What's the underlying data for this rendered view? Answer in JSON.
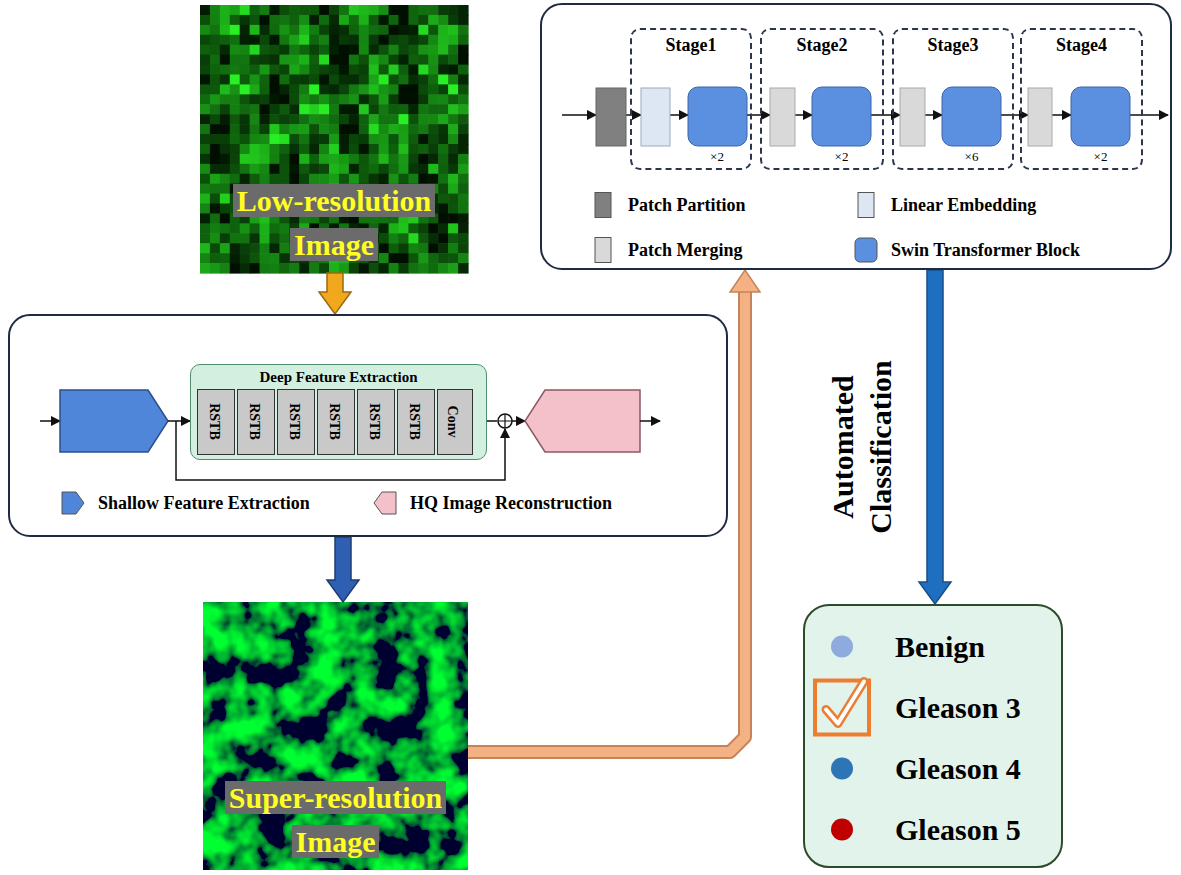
{
  "diagram": {
    "nodes": [
      {
        "text": [
          "Low-resolution Image"
        ]
      },
      {
        "text": []
      },
      {
        "text": [
          "Deep Feature Extraction"
        ],
        "in": 1
      },
      {
        "text": [
          "RSTB"
        ],
        "in": 2
      },
      {
        "text": [
          "RSTB"
        ],
        "in": 2
      },
      {
        "text": [
          "RSTB"
        ],
        "in": 2
      },
      {
        "text": [
          "RSTB"
        ],
        "in": 2
      },
      {
        "text": [
          "RSTB"
        ],
        "in": 2
      },
      {
        "text": [
          "RSTB"
        ],
        "in": 2
      },
      {
        "text": [
          "Conv"
        ],
        "in": 2
      },
      {
        "text": [
          "Super-resolution Image"
        ]
      },
      {
        "text": []
      },
      {
        "text": [
          "Stage1",
          "×2"
        ],
        "in": 11
      },
      {
        "text": [
          "Stage2",
          "×2"
        ],
        "in": 11
      },
      {
        "text": [
          "Stage3",
          "×6"
        ],
        "in": 11
      },
      {
        "text": [
          "Stage4",
          "×2"
        ],
        "in": 11
      },
      {
        "text": [
          "Benign",
          "Gleason 3",
          "Gleason 4",
          "Gleason 5"
        ]
      }
    ],
    "edges": [
      {
        "from": 0,
        "to": 1,
        "arrow": "to"
      },
      {
        "from": 1,
        "to": 10,
        "arrow": "to"
      },
      {
        "from": 10,
        "to": 11,
        "arrow": "to"
      },
      {
        "from": 11,
        "to": 16,
        "label": "Automated Classification",
        "arrow": "to"
      }
    ],
    "legend": [
      {
        "text": "Shallow Feature Extraction",
        "color": "#4f86d9"
      },
      {
        "text": "HQ Image Reconstruction",
        "color": "#f4c0ca"
      },
      {
        "text": "Patch Partition",
        "color": "#808080"
      },
      {
        "text": "Linear Embedding",
        "color": "#dde7f3"
      },
      {
        "text": "Patch Merging",
        "color": "#d9d9d9"
      },
      {
        "text": "Swin Transformer Block",
        "color": "#5b8fe0"
      }
    ]
  }
}
